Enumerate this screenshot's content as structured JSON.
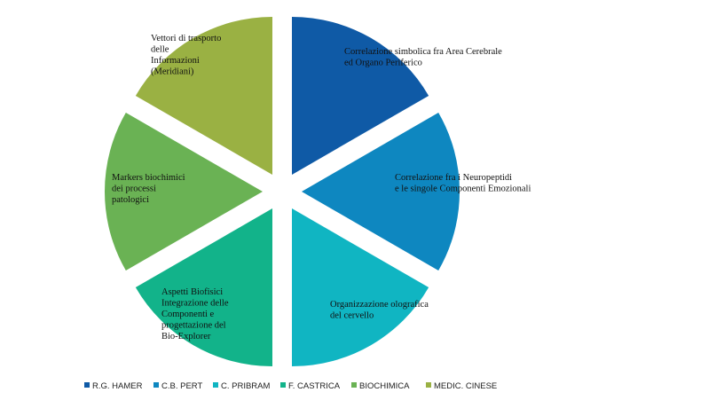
{
  "chart_data": {
    "type": "pie",
    "exploded": true,
    "series": [
      {
        "name": "R.G. HAMER",
        "value": 1,
        "color": "#0F5AA6",
        "label": [
          "Correlazione simbolica fra Area Cerebrale",
          "ed Organo Periferico"
        ]
      },
      {
        "name": "C.B. PERT",
        "value": 1,
        "color": "#0E87C0",
        "label": [
          "Correlazione fra i Neuropeptidi",
          "e le singole Componenti Emozionali"
        ]
      },
      {
        "name": "C. PRIBRAM",
        "value": 1,
        "color": "#10B5C2",
        "label": [
          "Organizzazione olografica",
          "del cervello"
        ]
      },
      {
        "name": "F. CASTRICA",
        "value": 1,
        "color": "#12B38A",
        "label": [
          "Aspetti Biofisici",
          "Integrazione delle",
          "Componenti e",
          "progettazione del",
          "Bio-Explorer"
        ]
      },
      {
        "name": "BIOCHIMICA",
        "value": 1,
        "color": "#6AB254",
        "label": [
          "Markers biochimici",
          "dei processi",
          "patologici"
        ]
      },
      {
        "name": "MEDIC. CINESE",
        "value": 1,
        "color": "#9AB143",
        "label": [
          "Vettori di trasporto",
          "delle",
          "Informazioni",
          "(Meridiani)"
        ]
      }
    ],
    "legend_position": "bottom"
  }
}
